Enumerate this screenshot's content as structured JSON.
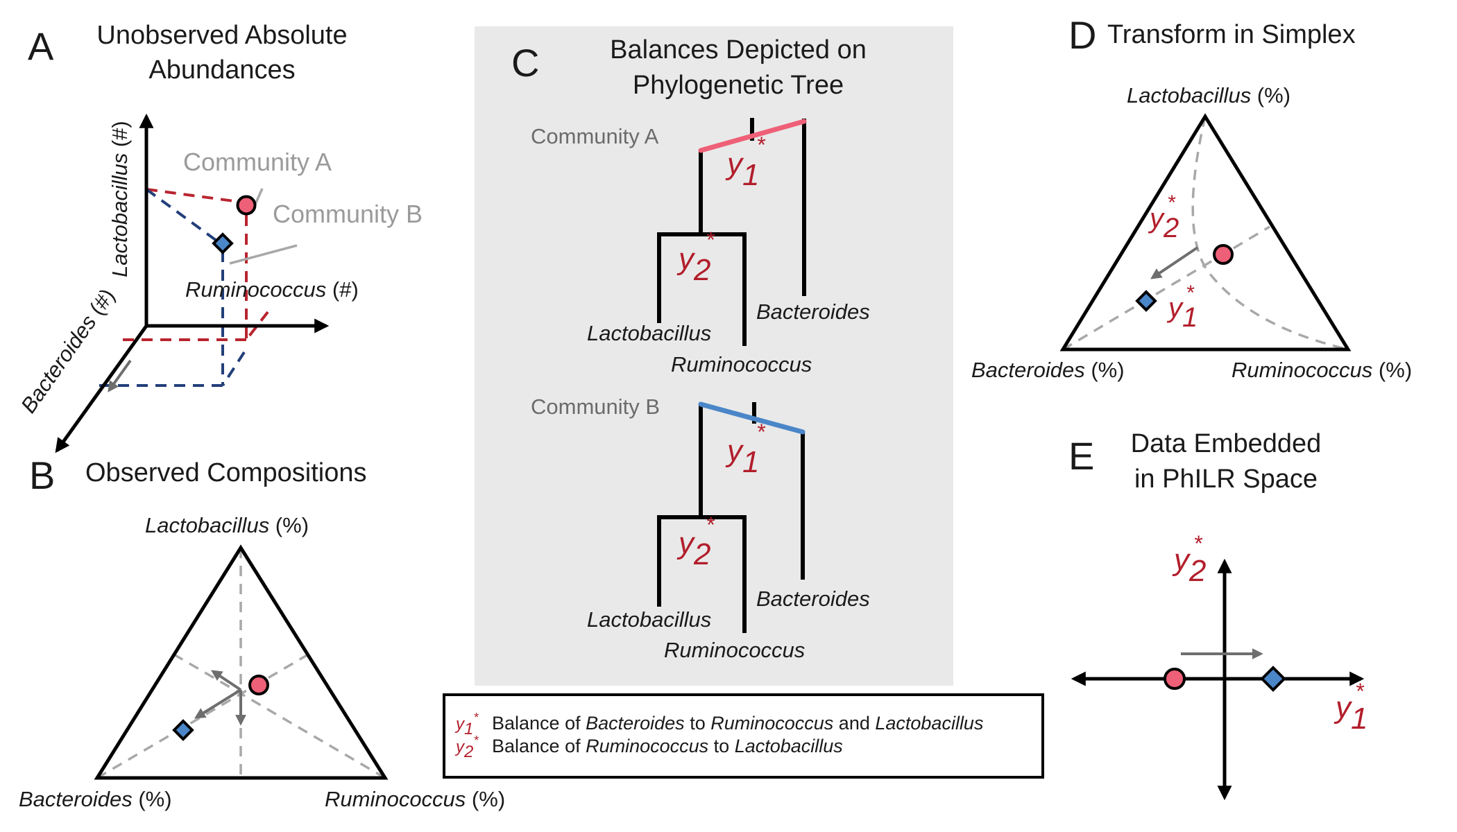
{
  "colors": {
    "community_a": "#EE6077",
    "community_b": "#4A86C8",
    "balance_label": "#B21E2B",
    "dashed_red": "#B8242F",
    "dashed_blue": "#223F7A",
    "guide": "#A8A8A8",
    "arrow": "#6E6E6E",
    "panel_c_bg": "#E9E9E9"
  },
  "panel_a": {
    "letter": "A",
    "title_line1": "Unobserved Absolute",
    "title_line2": "Abundances",
    "axis_y": "Lactobacillus",
    "axis_y_unit": " (#)",
    "axis_x": "Ruminococcus",
    "axis_x_unit": " (#)",
    "axis_z": "Bacteroides",
    "axis_z_unit": " (#)",
    "community_a_label": "Community A",
    "community_b_label": "Community B"
  },
  "panel_b": {
    "letter": "B",
    "title": "Observed Compositions",
    "top_label": "Lactobacillus",
    "left_label": "Bacteroides",
    "right_label": "Ruminococcus",
    "unit": " (%)"
  },
  "panel_c": {
    "letter": "C",
    "title_line1": "Balances Depicted on",
    "title_line2": "Phylogenetic Tree",
    "trees": [
      {
        "community": "Community A",
        "leaves": [
          "Lactobacillus",
          "Ruminococcus",
          "Bacteroides"
        ],
        "y1_label": "y",
        "y1_sub": "1",
        "y2_label": "y",
        "y2_sub": "2",
        "star": "*"
      },
      {
        "community": "Community B",
        "leaves": [
          "Lactobacillus",
          "Ruminococcus",
          "Bacteroides"
        ],
        "y1_label": "y",
        "y1_sub": "1",
        "y2_label": "y",
        "y2_sub": "2",
        "star": "*"
      }
    ]
  },
  "legend": {
    "items": [
      {
        "sym": "y",
        "sub": "1",
        "star": "*",
        "pre": "Balance of ",
        "t1": "Bacteroides",
        "mid": " to ",
        "t2": "Ruminococcus",
        "mid2": " and ",
        "t3": "Lactobacillus"
      },
      {
        "sym": "y",
        "sub": "2",
        "star": "*",
        "pre": "Balance of ",
        "t1": "Ruminococcus",
        "mid": " to ",
        "t2": "Lactobacillus"
      }
    ]
  },
  "panel_d": {
    "letter": "D",
    "title": "Transform in Simplex",
    "top_label": "Lactobacillus",
    "left_label": "Bacteroides",
    "right_label": "Ruminococcus",
    "unit": " (%)",
    "y1": {
      "sym": "y",
      "sub": "1",
      "star": "*"
    },
    "y2": {
      "sym": "y",
      "sub": "2",
      "star": "*"
    }
  },
  "panel_e": {
    "letter": "E",
    "title_line1": "Data Embedded",
    "title_line2": "in PhILR Space",
    "y1": {
      "sym": "y",
      "sub": "1",
      "star": "*"
    },
    "y2": {
      "sym": "y",
      "sub": "2",
      "star": "*"
    },
    "community_a_y1": -0.7,
    "community_b_y1": 0.7
  }
}
